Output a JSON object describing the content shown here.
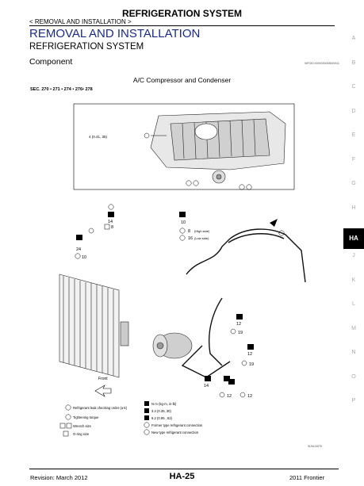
{
  "header": {
    "title": "REFRIGERATION SYSTEM",
    "breadcrumb": "< REMOVAL AND INSTALLATION >",
    "section_title": "REMOVAL AND INSTALLATION",
    "subtitle": "REFRIGERATION SYSTEM",
    "component_heading": "Component",
    "doc_ref": "INFOID:0000000005690941"
  },
  "figure": {
    "caption": "A/C Compressor and Condenser",
    "sec_refs": "SEC. 270 • 271 • 274 • 276• 278",
    "torque_main": "4 (0.41, 35)",
    "top_left_vals": [
      "14",
      "8",
      "24",
      "10"
    ],
    "top_mid_vals": [
      "10",
      "8",
      "16"
    ],
    "top_mid_notes": [
      "(High side)",
      "(Low side)"
    ],
    "right_mid_vals": [
      "12",
      "19"
    ],
    "right_low_vals": [
      "12",
      "19"
    ],
    "bottom_vals": [
      "14",
      "12",
      "12"
    ],
    "front_label": "Front",
    "legend": [
      "Refrigerant leak checking order (a-k)",
      "Tightening torque",
      "Wrench size",
      "O-ring size",
      "N·m (kg-m, in-lb)",
      "3.4 (0.35, 30)",
      "9.2 (0.95 , 82)",
      "Former type refrigerant connection",
      "New type refrigerant connection"
    ],
    "fig_id": "WJIA1487E"
  },
  "tabs": [
    "A",
    "B",
    "C",
    "D",
    "E",
    "F",
    "G",
    "H",
    "HA",
    "J",
    "K",
    "L",
    "M",
    "N",
    "O",
    "P"
  ],
  "active_tab": "HA",
  "footer": {
    "revision": "Revision: March 2012",
    "page": "HA-25",
    "model": "2011 Frontier"
  }
}
